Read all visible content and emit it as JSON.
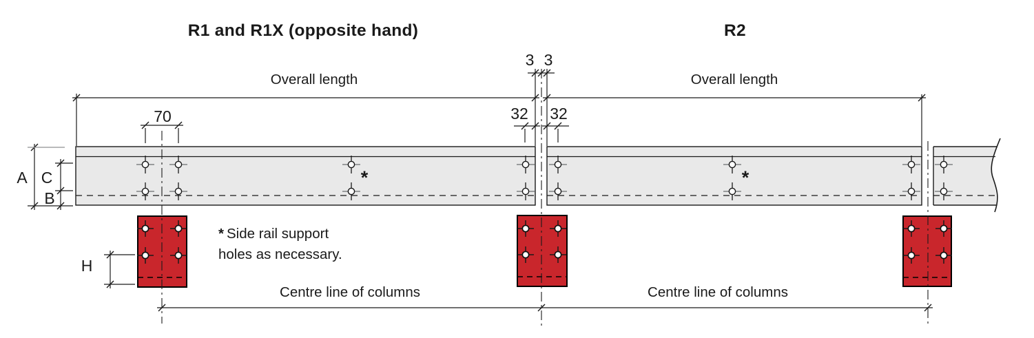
{
  "diagram": {
    "title_left": "R1 and R1X (opposite hand)",
    "title_right": "R2",
    "overall_length_left": "Overall length",
    "overall_length_right": "Overall length",
    "centre_line_left": "Centre line of columns",
    "centre_line_right": "Centre line of columns",
    "note": {
      "star": "*",
      "line1": "Side rail support",
      "line2": "holes as necessary."
    },
    "dims": {
      "d70": "70",
      "d3_left": "3",
      "d3_right": "3",
      "d32_left": "32",
      "d32_right": "32",
      "A": "A",
      "B": "B",
      "C": "C",
      "H": "H"
    },
    "asterisk_mid_left": "*",
    "asterisk_mid_right": "*",
    "colors": {
      "column_red": "#c9262c",
      "rail_fill": "#e9e9e9",
      "title_color": "#4d4e50",
      "line_black": "#1a1a1a",
      "line_gray": "#8f9092"
    }
  }
}
